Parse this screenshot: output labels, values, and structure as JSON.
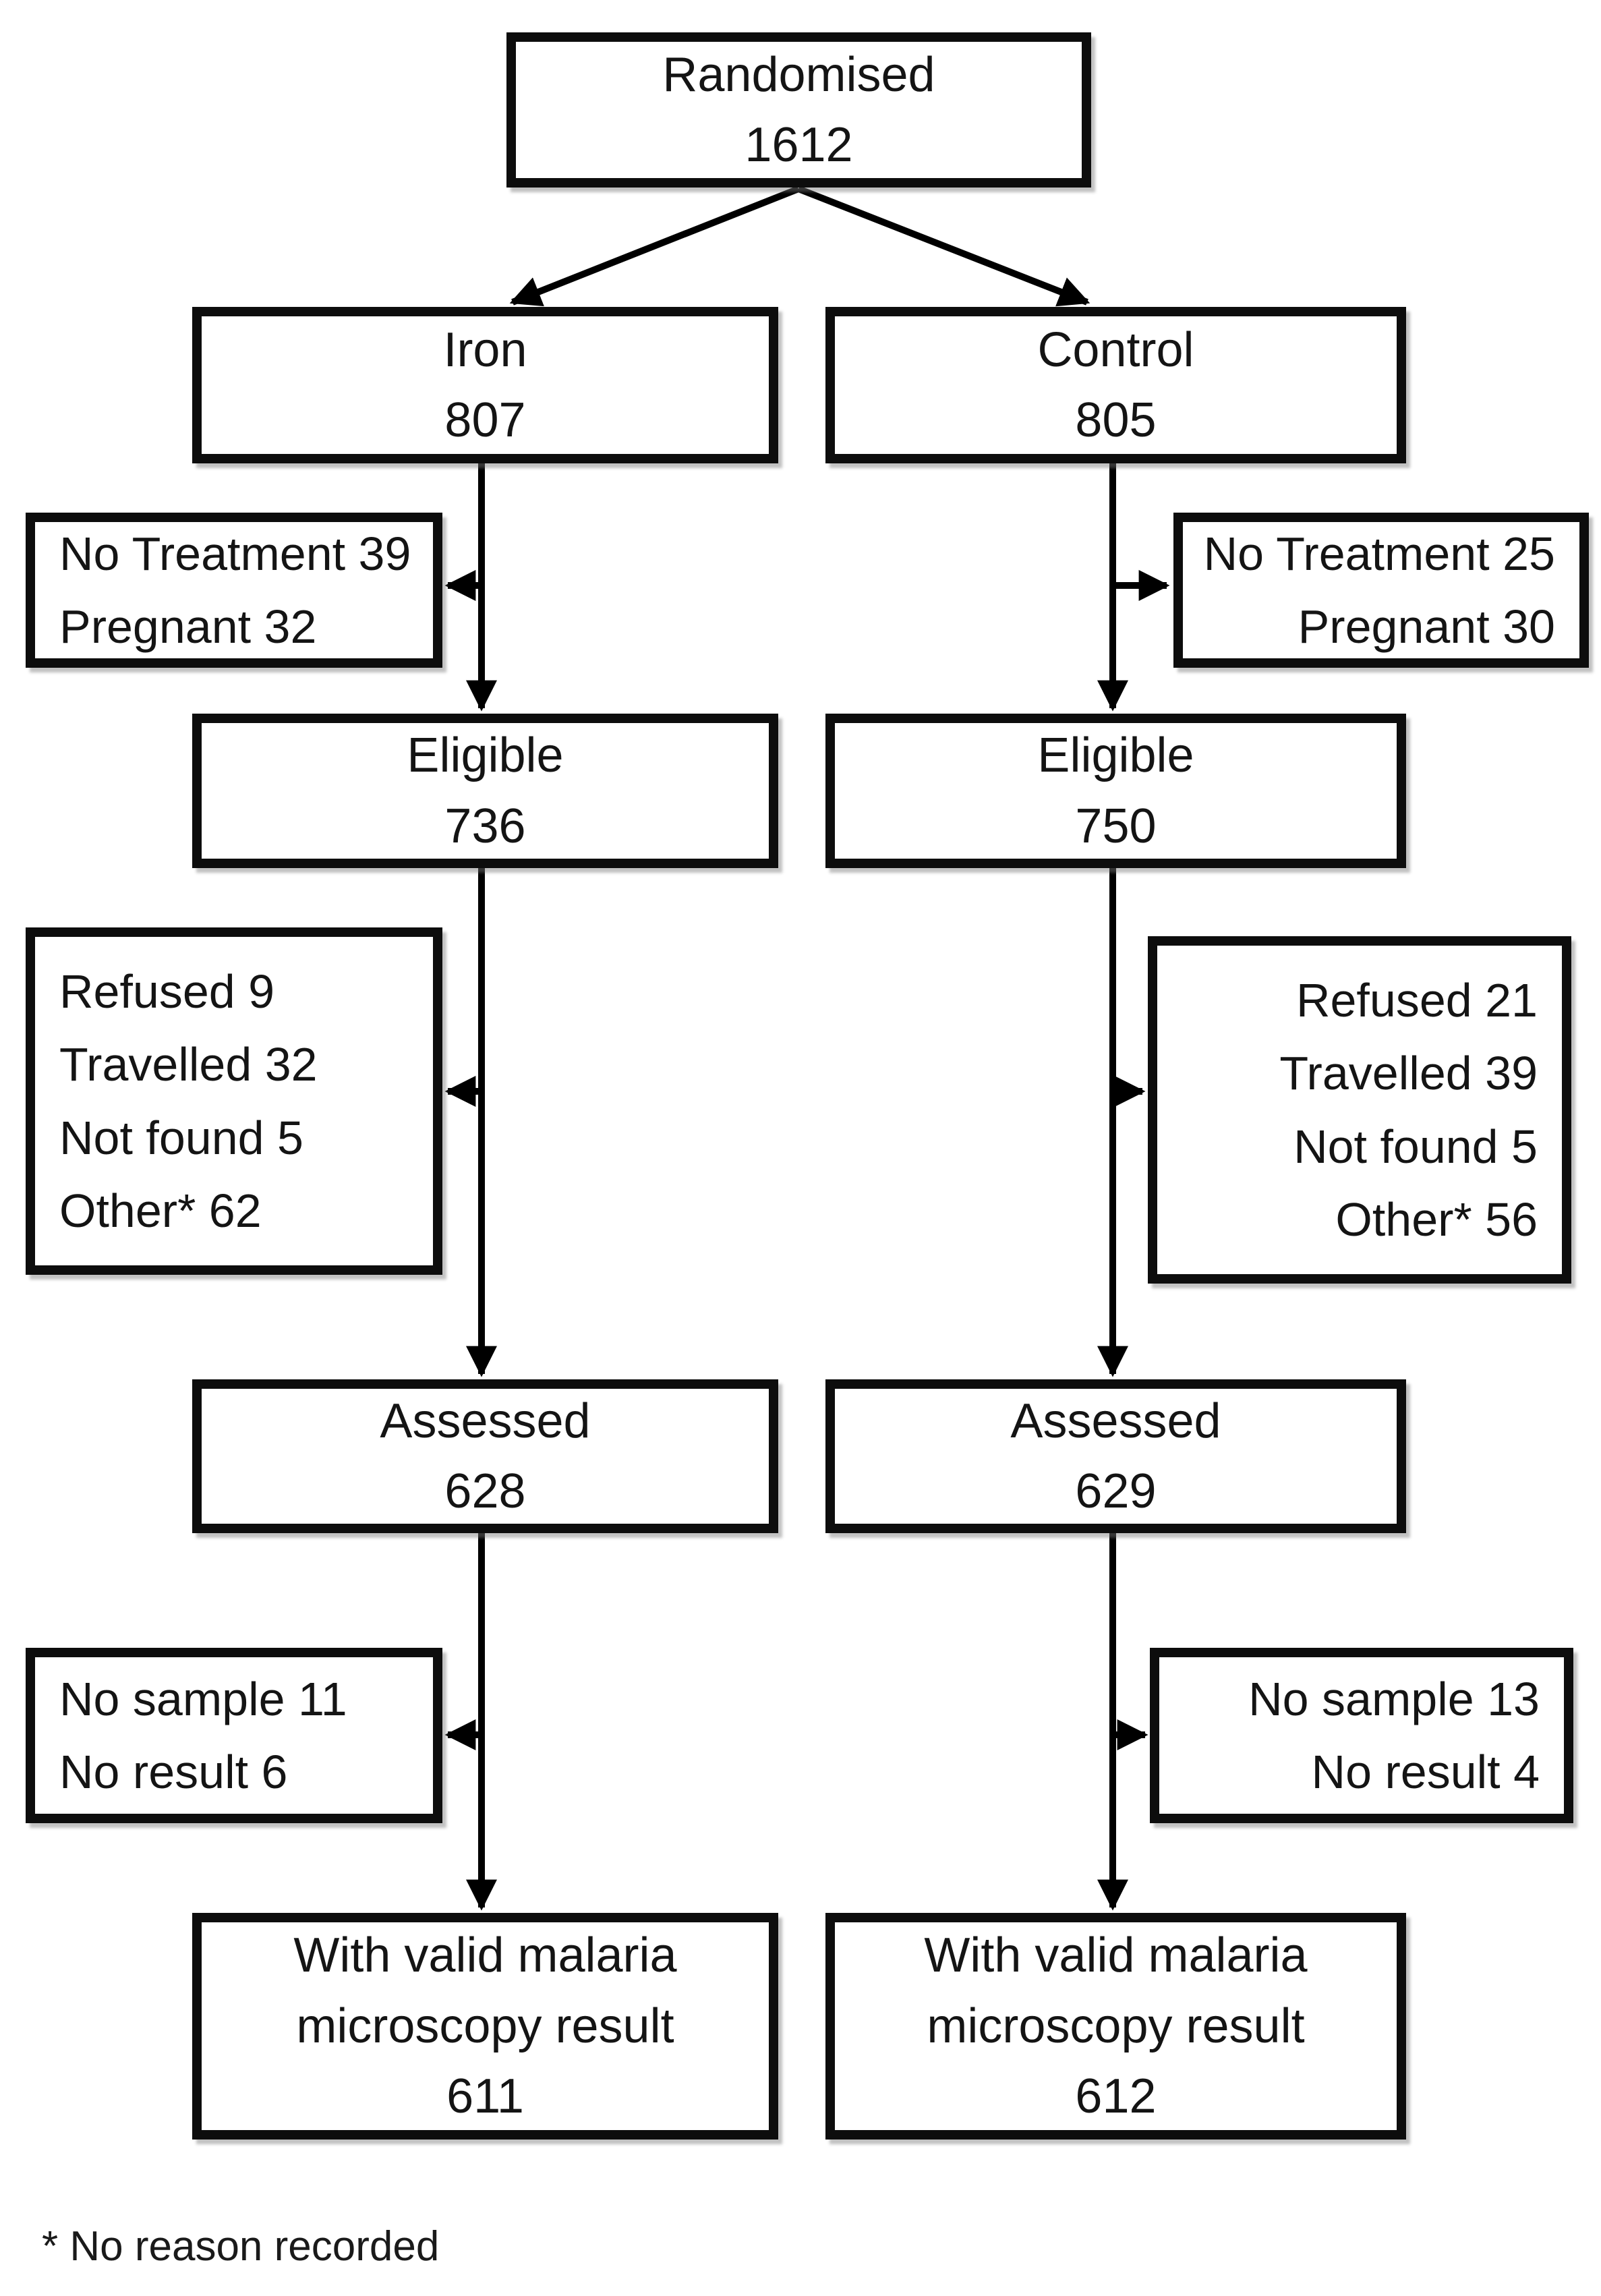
{
  "flowchart": {
    "randomised": {
      "label": "Randomised",
      "count": "1612"
    },
    "iron_arm": {
      "label": "Iron",
      "count": "807"
    },
    "control_arm": {
      "label": "Control",
      "count": "805"
    },
    "iron_exclusion_1": {
      "lines": [
        "No Treatment 39",
        "Pregnant 32"
      ]
    },
    "control_exclusion_1": {
      "lines": [
        "No Treatment 25",
        "Pregnant 30"
      ]
    },
    "iron_eligible": {
      "label": "Eligible",
      "count": "736"
    },
    "control_eligible": {
      "label": "Eligible",
      "count": "750"
    },
    "iron_exclusion_2": {
      "lines": [
        "Refused 9",
        "Travelled 32",
        "Not found 5",
        "Other* 62"
      ]
    },
    "control_exclusion_2": {
      "lines": [
        "Refused 21",
        "Travelled 39",
        "Not found 5",
        "Other* 56"
      ]
    },
    "iron_assessed": {
      "label": "Assessed",
      "count": "628"
    },
    "control_assessed": {
      "label": "Assessed",
      "count": "629"
    },
    "iron_exclusion_3": {
      "lines": [
        "No sample 11",
        "No result 6"
      ]
    },
    "control_exclusion_3": {
      "lines": [
        "No sample 13",
        "No result 4"
      ]
    },
    "iron_valid": {
      "lines": [
        "With valid malaria",
        "microscopy result"
      ],
      "count": "611"
    },
    "control_valid": {
      "lines": [
        "With valid malaria",
        "microscopy result"
      ],
      "count": "612"
    },
    "footnote": "* No reason recorded"
  },
  "colors": {
    "background": "#ffffff",
    "box_fill": "#ffffff",
    "box_border": "#0d0d0d",
    "text": "#141414",
    "connector": "#000000"
  }
}
